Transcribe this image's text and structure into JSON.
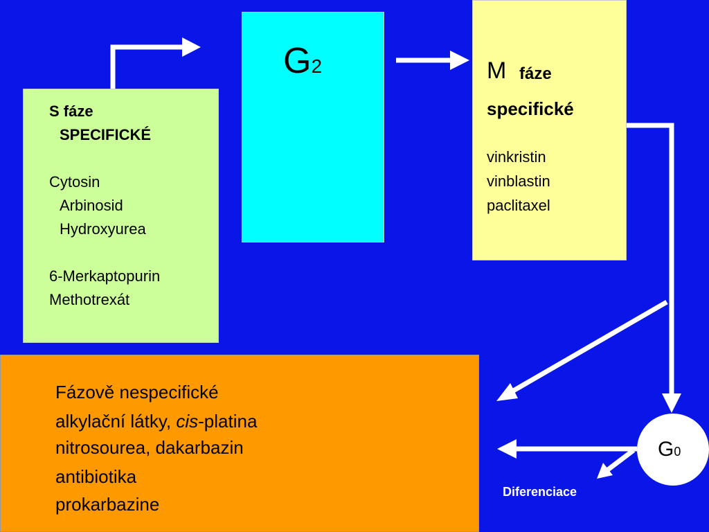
{
  "s_phase": {
    "title": "S fáze",
    "subtitle": "SPECIFICKÉ",
    "drugs_group1": [
      "Cytosin",
      "Arbinosid",
      "Hydroxyurea"
    ],
    "drugs_group2": [
      "6-Merkaptopurin",
      "Methotrexát"
    ],
    "color": "#ccff99"
  },
  "g2_phase": {
    "letter": "G",
    "subscript": "2",
    "color": "#00ffff"
  },
  "m_phase": {
    "letter": "M",
    "title_rest": "fáze",
    "title_line2": "specifické",
    "drugs": [
      "vinkristin",
      "vinblastin",
      "paclitaxel"
    ],
    "color": "#ffff99"
  },
  "nonspecific": {
    "line1": "Fázově nespecifické",
    "line2_prefix": "alkylační látky, ",
    "line2_italic": "cis",
    "line2_suffix": "-platina",
    "line3": "nitrosourea, dakarbazin",
    "line4": "antibiotika",
    "line5": "prokarbazine",
    "color": "#ff9900"
  },
  "g0_phase": {
    "letter": "G",
    "subscript": "0"
  },
  "differentiation_label": "Diferenciace",
  "background_color": "#0a16e8"
}
